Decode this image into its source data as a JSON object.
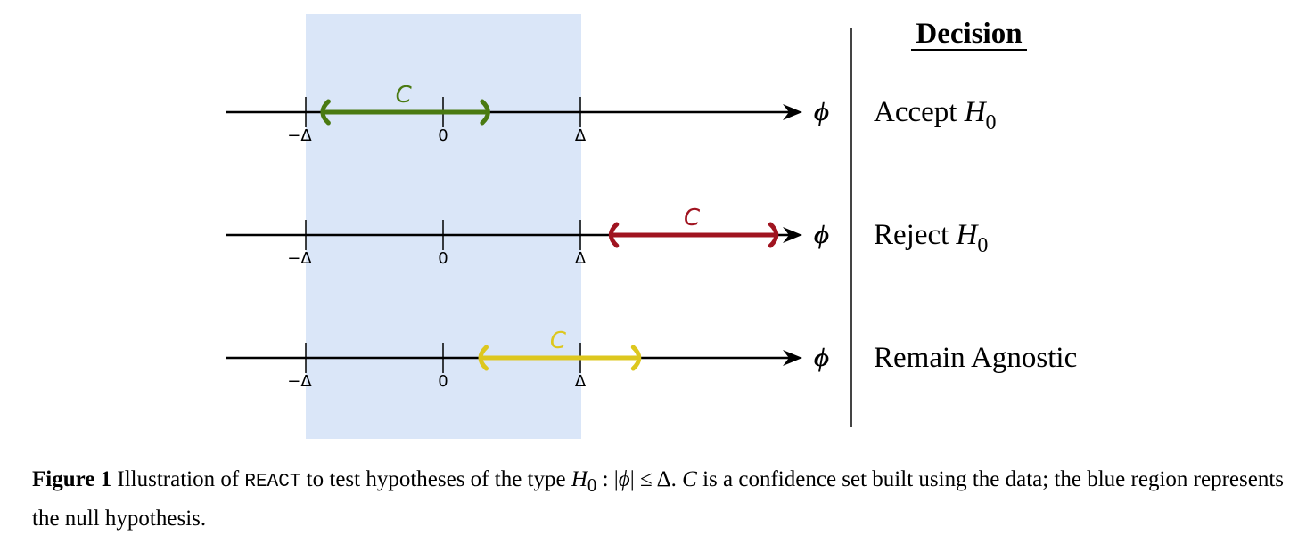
{
  "diagram": {
    "null_region_color": "#dae6f8",
    "tick_labels": {
      "neg_delta": "−Δ",
      "zero": "0",
      "delta": "Δ"
    },
    "axis_variable": "ϕ",
    "decision_title": "Decision",
    "rows": [
      {
        "ci_label": "C",
        "ci_color": "#4a7a12",
        "ci_interval": [
          -0.9,
          0.35
        ],
        "decision": "Accept",
        "decision_math": "H",
        "decision_sub": "0"
      },
      {
        "ci_label": "C",
        "ci_color": "#a01420",
        "ci_interval": [
          1.2,
          2.45
        ],
        "decision": "Reject",
        "decision_math": "H",
        "decision_sub": "0"
      },
      {
        "ci_label": "C",
        "ci_color": "#ddc71e",
        "ci_interval": [
          0.25,
          1.45
        ],
        "decision": "Remain Agnostic",
        "decision_math": "",
        "decision_sub": ""
      }
    ]
  },
  "caption": {
    "label": "Figure 1",
    "text_1": " Illustration of ",
    "code": "REACT",
    "text_2": " to test hypotheses of the type ",
    "math_1": "H",
    "math_1_sub": "0",
    "text_3": " : |",
    "math_2": "ϕ",
    "text_4": "| ≤ Δ. ",
    "math_3": "C",
    "text_5": " is a confidence set built using the data; the blue region represents the null hypothesis."
  }
}
